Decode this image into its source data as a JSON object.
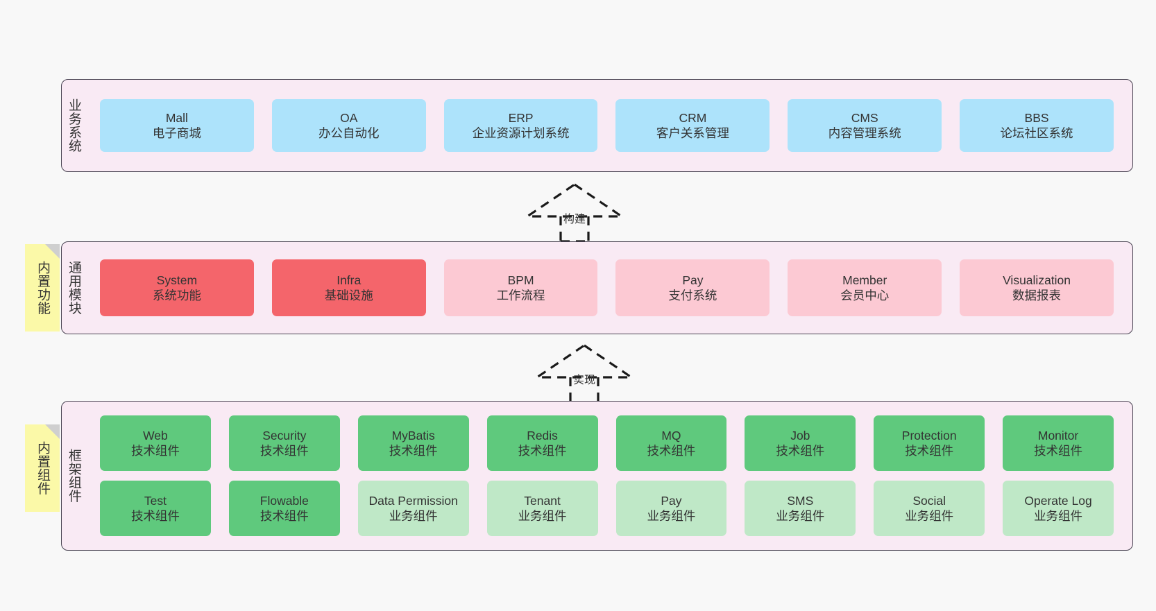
{
  "diagram": {
    "background_color": "#f8f8f8",
    "panel_color": "#f9eaf4",
    "panel_border_color": "#4a4453",
    "note_color": "#fbf9a8"
  },
  "layers": [
    {
      "id": "business-system",
      "title": "业务系统",
      "note": null,
      "rows": [
        {
          "boxes": [
            {
              "en": "Mall",
              "cn": "电子商城",
              "color": "#ade3fb",
              "tone": "blue"
            },
            {
              "en": "OA",
              "cn": "办公自动化",
              "color": "#ade3fb",
              "tone": "blue"
            },
            {
              "en": "ERP",
              "cn": "企业资源计划系统",
              "color": "#ade3fb",
              "tone": "blue"
            },
            {
              "en": "CRM",
              "cn": "客户关系管理",
              "color": "#ade3fb",
              "tone": "blue"
            },
            {
              "en": "CMS",
              "cn": "内容管理系统",
              "color": "#ade3fb",
              "tone": "blue"
            },
            {
              "en": "BBS",
              "cn": "论坛社区系统",
              "color": "#ade3fb",
              "tone": "blue"
            }
          ]
        }
      ]
    },
    {
      "id": "common-modules",
      "title": "通用模块",
      "note": "内置功能",
      "rows": [
        {
          "boxes": [
            {
              "en": "System",
              "cn": "系统功能",
              "color": "#f4656b",
              "tone": "red"
            },
            {
              "en": "Infra",
              "cn": "基础设施",
              "color": "#f4656b",
              "tone": "red"
            },
            {
              "en": "BPM",
              "cn": "工作流程",
              "color": "#fcc9d3",
              "tone": "pink"
            },
            {
              "en": "Pay",
              "cn": "支付系统",
              "color": "#fcc9d3",
              "tone": "pink"
            },
            {
              "en": "Member",
              "cn": "会员中心",
              "color": "#fcc9d3",
              "tone": "pink"
            },
            {
              "en": "Visualization",
              "cn": "数据报表",
              "color": "#fcc9d3",
              "tone": "pink"
            }
          ]
        }
      ]
    },
    {
      "id": "framework-components",
      "title": "框架组件",
      "note": "内置组件",
      "rows": [
        {
          "boxes": [
            {
              "en": "Web",
              "cn": "技术组件",
              "color": "#5fc97d",
              "tone": "green"
            },
            {
              "en": "Security",
              "cn": "技术组件",
              "color": "#5fc97d",
              "tone": "green"
            },
            {
              "en": "MyBatis",
              "cn": "技术组件",
              "color": "#5fc97d",
              "tone": "green"
            },
            {
              "en": "Redis",
              "cn": "技术组件",
              "color": "#5fc97d",
              "tone": "green"
            },
            {
              "en": "MQ",
              "cn": "技术组件",
              "color": "#5fc97d",
              "tone": "green"
            },
            {
              "en": "Job",
              "cn": "技术组件",
              "color": "#5fc97d",
              "tone": "green"
            },
            {
              "en": "Protection",
              "cn": "技术组件",
              "color": "#5fc97d",
              "tone": "green"
            },
            {
              "en": "Monitor",
              "cn": "技术组件",
              "color": "#5fc97d",
              "tone": "green"
            }
          ]
        },
        {
          "boxes": [
            {
              "en": "Test",
              "cn": "技术组件",
              "color": "#5fc97d",
              "tone": "green"
            },
            {
              "en": "Flowable",
              "cn": "技术组件",
              "color": "#5fc97d",
              "tone": "green"
            },
            {
              "en": "Data Permission",
              "cn": "业务组件",
              "color": "#bfe8c7",
              "tone": "lightgrn"
            },
            {
              "en": "Tenant",
              "cn": "业务组件",
              "color": "#bfe8c7",
              "tone": "lightgrn"
            },
            {
              "en": "Pay",
              "cn": "业务组件",
              "color": "#bfe8c7",
              "tone": "lightgrn"
            },
            {
              "en": "SMS",
              "cn": "业务组件",
              "color": "#bfe8c7",
              "tone": "lightgrn"
            },
            {
              "en": "Social",
              "cn": "业务组件",
              "color": "#bfe8c7",
              "tone": "lightgrn"
            },
            {
              "en": "Operate Log",
              "cn": "业务组件",
              "color": "#bfe8c7",
              "tone": "lightgrn"
            }
          ]
        }
      ]
    }
  ],
  "connectors": [
    {
      "id": "build",
      "label": "构建",
      "from": "common-modules",
      "to": "business-system"
    },
    {
      "id": "implement",
      "label": "实现",
      "from": "framework-components",
      "to": "common-modules"
    }
  ]
}
